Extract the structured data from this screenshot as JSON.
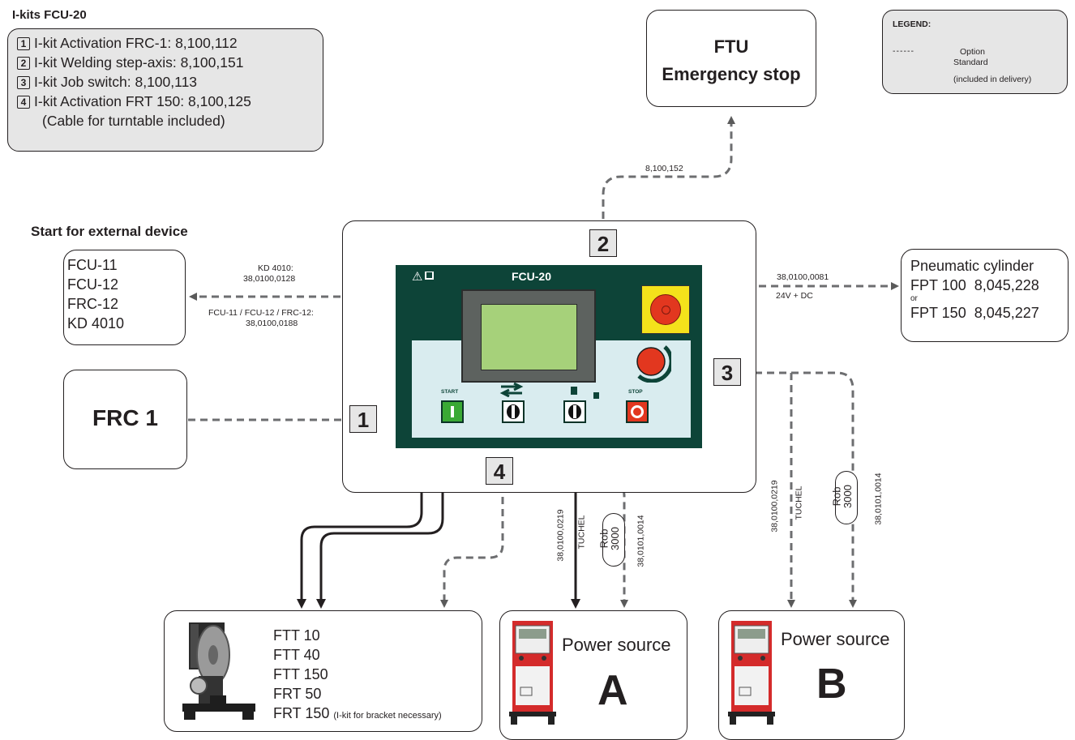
{
  "ikits": {
    "title": "I-kits FCU-20",
    "items": [
      {
        "num": "1",
        "text": "I-kit Activation FRC-1: 8,100,112"
      },
      {
        "num": "2",
        "text": "I-kit Welding step-axis: 8,100,151"
      },
      {
        "num": "3",
        "text": "I-kit Job switch: 8,100,113"
      },
      {
        "num": "4",
        "text": "I-kit Activation FRT 150: 8,100,125"
      }
    ],
    "note": "(Cable for turntable included)"
  },
  "legend": {
    "title": "LEGEND:",
    "option_sym": "------",
    "option_label": "Option",
    "standard_label": "Standard",
    "standard_note": "(included in delivery)"
  },
  "ftu": {
    "line1": "FTU",
    "line2": "Emergency stop"
  },
  "external": {
    "heading": "Start for external device",
    "items": [
      "FCU-11",
      "FCU-12",
      "FRC-12",
      "KD 4010"
    ]
  },
  "frc1": {
    "label": "FRC 1"
  },
  "pneumatic": {
    "line1": "Pneumatic cylinder",
    "line2": "FPT 100  8,045,228",
    "or": "or",
    "line3": "FPT 150  8,045,227"
  },
  "device": {
    "name": "FCU-20",
    "warn": "⚠",
    "start": "START",
    "stop": "STOP"
  },
  "badges": {
    "b1": "1",
    "b2": "2",
    "b3": "3",
    "b4": "4"
  },
  "cables": {
    "ftu_code": "8,100,152",
    "kd_label": "KD 4010:",
    "kd_code": "38,0100,0128",
    "fcu_label": "FCU-11 / FCU-12 / FRC-12:",
    "fcu_code": "38,0100,0188",
    "pneu_code": "38,0100,0081",
    "pneu_volt": "24V + DC",
    "a_code": "38,0100,0219",
    "a_tuchel": "TUCHEL",
    "a_rob1": "Rob",
    "a_rob2": "3000",
    "a_rob_code": "38,0101,0014",
    "b_code": "38,0100,0219",
    "b_tuchel": "TUCHEL",
    "b_rob1": "Rob",
    "b_rob2": "3000",
    "b_rob_code": "38,0101,0014"
  },
  "turntable": {
    "items": [
      "FTT 10",
      "FTT 40",
      "FTT 150",
      "FRT 50",
      "FRT 150"
    ],
    "note": "(I-kit for bracket necessary)"
  },
  "power_a": {
    "label": "Power source",
    "letter": "A"
  },
  "power_b": {
    "label": "Power source",
    "letter": "B"
  },
  "colors": {
    "panel": "#0d4438",
    "screen": "#a6d17a",
    "lightpanel": "#d9ecef",
    "estop_red": "#e2371f",
    "estop_yellow": "#f4e21b",
    "start_green": "#3aa935"
  }
}
